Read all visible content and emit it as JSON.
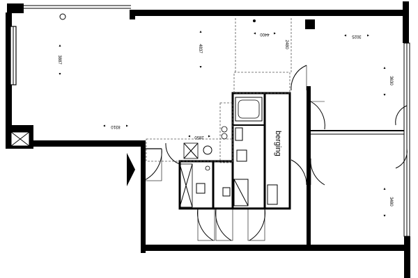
{
  "rooms": {
    "storage_label": "berging"
  },
  "dimensions": {
    "living_height": "3887",
    "living_mid_height": "4837",
    "top_width": "4400",
    "top_height": "2480",
    "living_width": "8310",
    "corridor_width": "2850",
    "right_top_width": "3025",
    "right_top_height": "3630",
    "right_bottom_height": "3480"
  }
}
